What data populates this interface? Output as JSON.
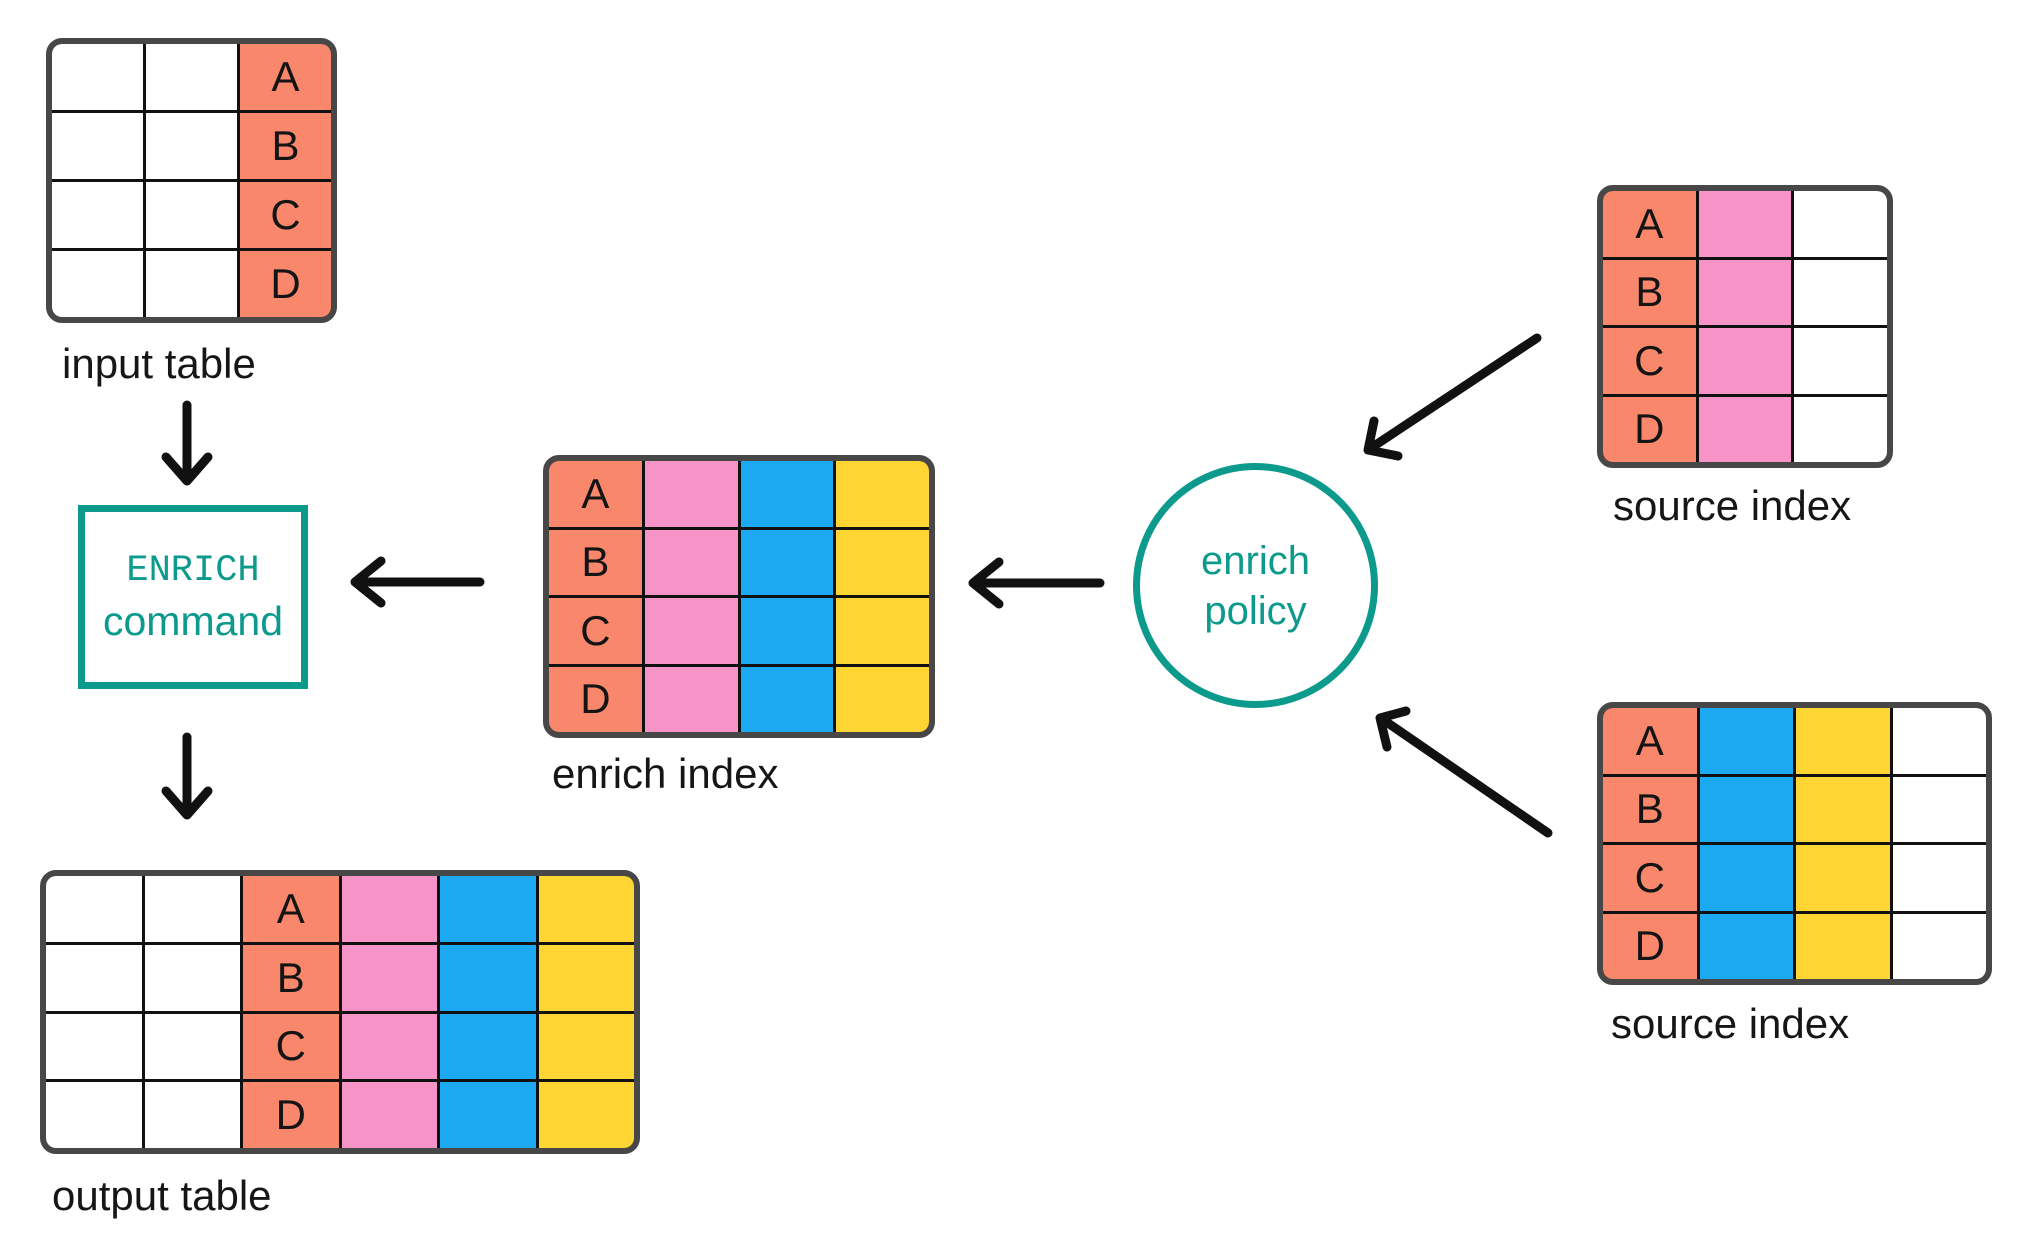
{
  "colors": {
    "salmon": "#F9876B",
    "pink": "#F794C7",
    "blue": "#1CA9F2",
    "yellow": "#FED533",
    "teal": "#0B9A8C",
    "table_border": "#474747",
    "grid_line": "#111111",
    "arrow": "#111111",
    "text": "#161616",
    "cell_white": "#FFFFFF"
  },
  "tables": {
    "input_table": {
      "label": "input table",
      "rows": 4,
      "columns": [
        {
          "fill": "cell_white"
        },
        {
          "fill": "cell_white"
        },
        {
          "fill": "salmon",
          "letters": [
            "A",
            "B",
            "C",
            "D"
          ]
        }
      ]
    },
    "enrich_index": {
      "label": "enrich index",
      "rows": 4,
      "columns": [
        {
          "fill": "salmon",
          "letters": [
            "A",
            "B",
            "C",
            "D"
          ]
        },
        {
          "fill": "pink"
        },
        {
          "fill": "blue"
        },
        {
          "fill": "yellow"
        }
      ]
    },
    "source_index_top": {
      "label": "source index",
      "rows": 4,
      "columns": [
        {
          "fill": "salmon",
          "letters": [
            "A",
            "B",
            "C",
            "D"
          ]
        },
        {
          "fill": "pink"
        },
        {
          "fill": "cell_white"
        }
      ]
    },
    "source_index_bottom": {
      "label": "source index",
      "rows": 4,
      "columns": [
        {
          "fill": "salmon",
          "letters": [
            "A",
            "B",
            "C",
            "D"
          ]
        },
        {
          "fill": "blue"
        },
        {
          "fill": "yellow"
        },
        {
          "fill": "cell_white"
        }
      ]
    },
    "output_table": {
      "label": "output table",
      "rows": 4,
      "columns": [
        {
          "fill": "cell_white"
        },
        {
          "fill": "cell_white"
        },
        {
          "fill": "salmon",
          "letters": [
            "A",
            "B",
            "C",
            "D"
          ]
        },
        {
          "fill": "pink"
        },
        {
          "fill": "blue"
        },
        {
          "fill": "yellow"
        }
      ]
    }
  },
  "enrich_command": {
    "line1": "ENRICH",
    "line2": "command"
  },
  "enrich_policy": {
    "line1": "enrich",
    "line2": "policy"
  }
}
